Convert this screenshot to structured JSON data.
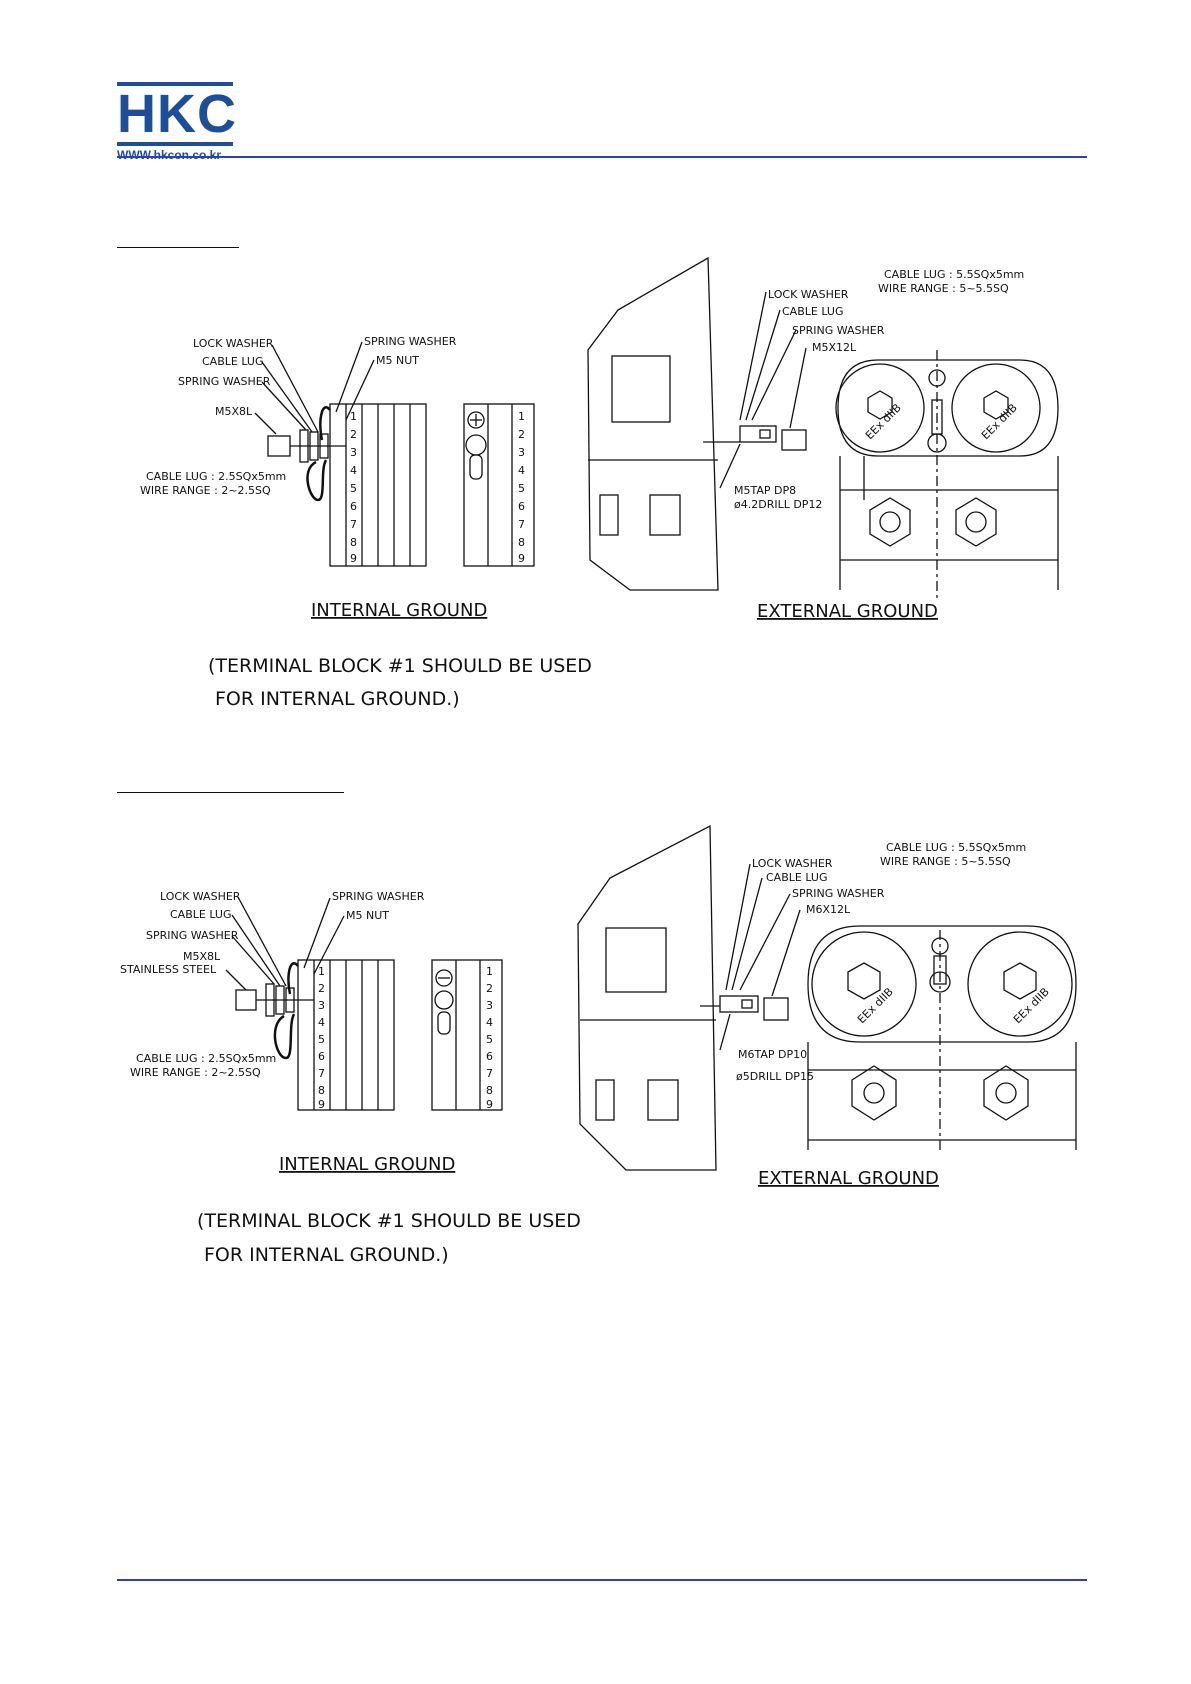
{
  "header": {
    "logo_text": "HKC",
    "logo_url": "WWW.hkcon.co.kr",
    "brand_color": "#1f4e98",
    "rule_color": "#2b3ec7"
  },
  "diagram1": {
    "internal": {
      "labels": [
        "LOCK WASHER",
        "CABLE LUG",
        "SPRING WASHER",
        "M5X8L",
        "SPRING WASHER",
        "M5 NUT",
        "CABLE LUG : 2.5SQx5mm",
        "WIRE RANGE : 2~2.5SQ"
      ],
      "caption": "INTERNAL GROUND",
      "note_line1": "(TERMINAL BLOCK #1 SHOULD BE USED",
      "note_line2": "FOR INTERNAL GROUND.)"
    },
    "external": {
      "labels": [
        "LOCK WASHER",
        "CABLE LUG",
        "SPRING WASHER",
        "M5X12L",
        "M5TAP DP8",
        "ø4.2DRILL DP12",
        "CABLE LUG : 5.5SQx5mm",
        "WIRE RANGE : 5~5.5SQ"
      ],
      "caption": "EXTERNAL GROUND",
      "marks": [
        "EEx dIIB",
        "EEx dIIB"
      ]
    }
  },
  "diagram2": {
    "internal": {
      "labels": [
        "LOCK WASHER",
        "CABLE LUG",
        "SPRING WASHER",
        "M5X8L",
        "STAINLESS STEEL",
        "SPRING WASHER",
        "M5 NUT",
        "CABLE LUG : 2.5SQx5mm",
        "WIRE RANGE : 2~2.5SQ"
      ],
      "caption": "INTERNAL GROUND",
      "note_line1": "(TERMINAL BLOCK #1 SHOULD BE USED",
      "note_line2": "FOR INTERNAL GROUND.)"
    },
    "external": {
      "labels": [
        "LOCK WASHER",
        "CABLE LUG",
        "SPRING WASHER",
        "M6X12L",
        "M6TAP DP10",
        "ø5DRILL DP15",
        "CABLE LUG : 5.5SQx5mm",
        "WIRE RANGE : 5~5.5SQ"
      ],
      "caption": "EXTERNAL GROUND",
      "marks": [
        "EEx dIIB",
        "EEx dIIB"
      ]
    }
  },
  "terminal_numbers": [
    "1",
    "2",
    "3",
    "4",
    "5",
    "6",
    "7",
    "8",
    "9"
  ]
}
